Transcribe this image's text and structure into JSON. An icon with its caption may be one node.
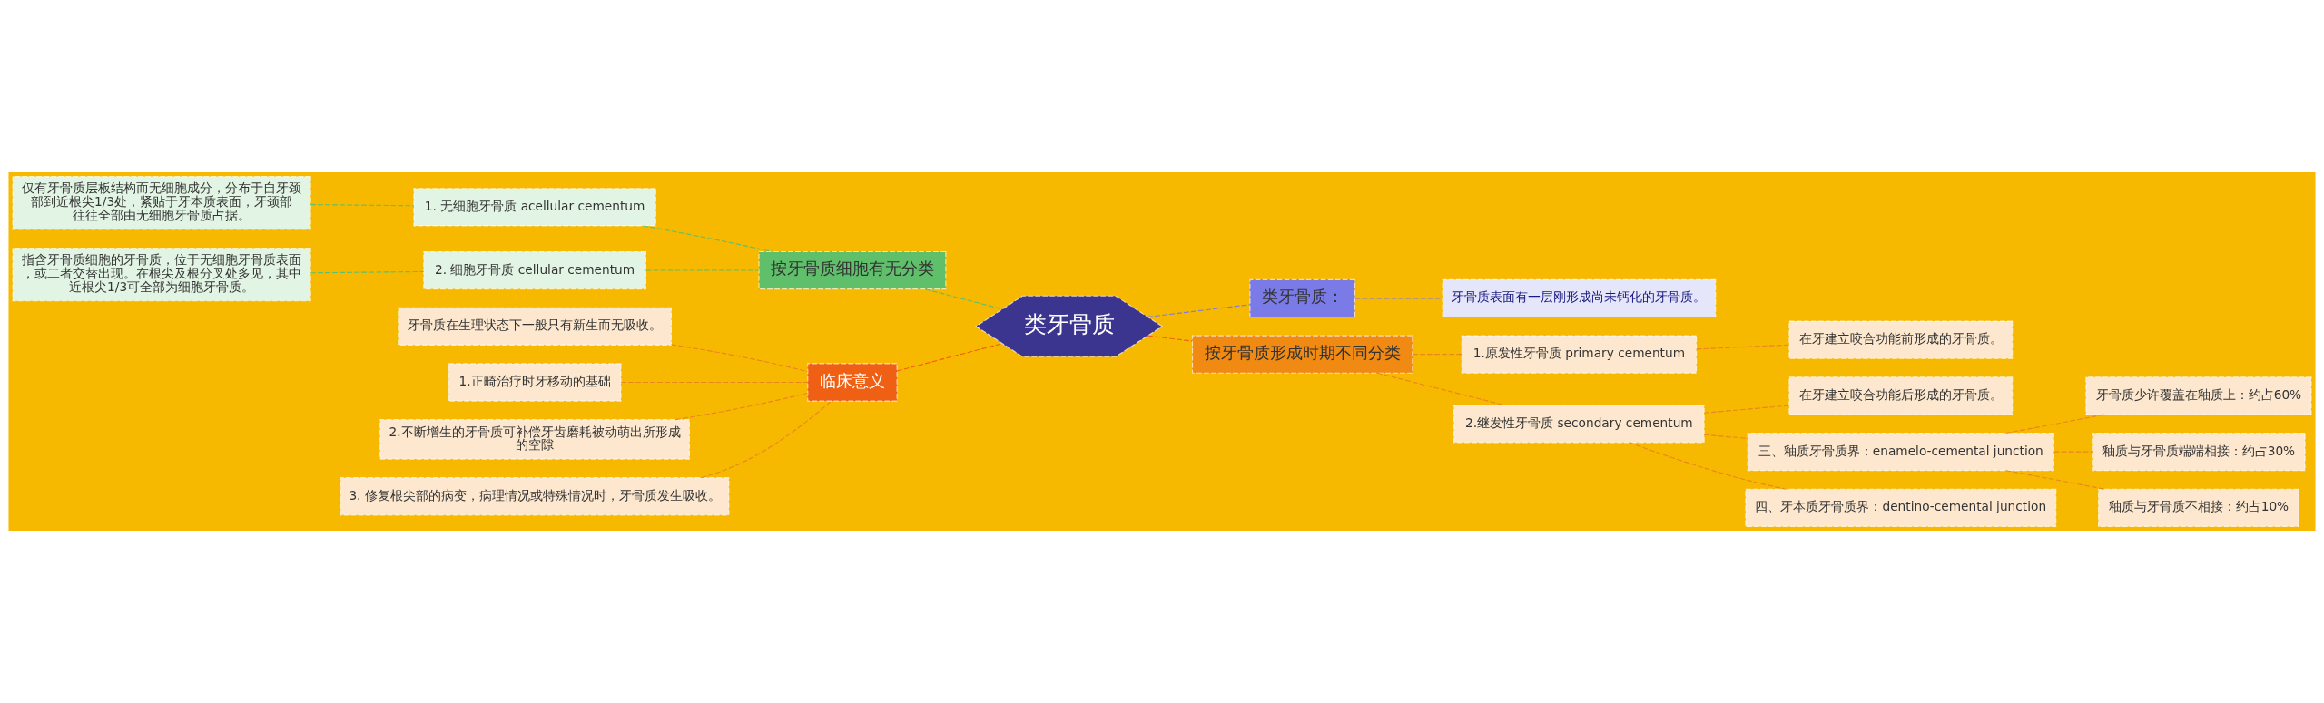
{
  "diagram": {
    "nodes": [
      {
        "text": [
          "类牙骨质"
        ]
      },
      {
        "text": [
          "按牙骨质细胞有无分类"
        ]
      },
      {
        "text": [
          "1. 无细胞牙骨质 acellular cementum"
        ]
      },
      {
        "text": [
          "仅有牙骨质层板结构而无细胞成分，分布于自牙颈部到近根尖1/3处，紧贴于牙本质表面，牙颈部往往全部由无细胞牙骨质占据。"
        ]
      },
      {
        "text": [
          "2. 细胞牙骨质 cellular cementum"
        ]
      },
      {
        "text": [
          "指含牙骨质细胞的牙骨质，位于无细胞牙骨质表面，或二者交替出现。在根尖及根分叉处多见，其中近根尖1/3可全部为细胞牙骨质。"
        ]
      },
      {
        "text": [
          "临床意义"
        ]
      },
      {
        "text": [
          "牙骨质在生理状态下一般只有新生而无吸收。"
        ]
      },
      {
        "text": [
          "1.正畸治疗时牙移动的基础"
        ]
      },
      {
        "text": [
          "2.不断增生的牙骨质可补偿牙齿磨耗被动萌出所形成的空隙"
        ]
      },
      {
        "text": [
          "3. 修复根尖部的病变，病理情况或特殊情况时，牙骨质发生吸收。"
        ]
      },
      {
        "text": [
          "类牙骨质："
        ]
      },
      {
        "text": [
          "牙骨质表面有一层刚形成尚未钙化的牙骨质。"
        ]
      },
      {
        "text": [
          "按牙骨质形成时期不同分类"
        ]
      },
      {
        "text": [
          "1.原发性牙骨质 primary cementum"
        ]
      },
      {
        "text": [
          "在牙建立咬合功能前形成的牙骨质。"
        ]
      },
      {
        "text": [
          "2.继发性牙骨质 secondary cementum"
        ]
      },
      {
        "text": [
          "在牙建立咬合功能后形成的牙骨质。"
        ]
      },
      {
        "text": [
          "三、釉质牙骨质界：enamelo-cemental junction"
        ]
      },
      {
        "text": [
          "牙骨质少许覆盖在釉质上：约占60%"
        ]
      },
      {
        "text": [
          "釉质与牙骨质端端相接：约占30%"
        ]
      },
      {
        "text": [
          "釉质与牙骨质不相接：约占10%"
        ]
      },
      {
        "text": [
          "四、牙本质牙骨质界：dentino-cemental junction"
        ]
      }
    ],
    "edges": [
      {
        "from": 0,
        "to": 1,
        "arrow": "none",
        "style": "dashed",
        "color": "#5fbf6a"
      },
      {
        "from": 1,
        "to": 2,
        "arrow": "none",
        "style": "dashed",
        "color": "#5fbf6a"
      },
      {
        "from": 2,
        "to": 3,
        "arrow": "none",
        "style": "dashed",
        "color": "#5fbf6a"
      },
      {
        "from": 1,
        "to": 4,
        "arrow": "none",
        "style": "dashed",
        "color": "#5fbf6a"
      },
      {
        "from": 4,
        "to": 5,
        "arrow": "none",
        "style": "dashed",
        "color": "#5fbf6a"
      },
      {
        "from": 0,
        "to": 6,
        "arrow": "none",
        "style": "dashed",
        "color": "#f06014"
      },
      {
        "from": 6,
        "to": 7,
        "arrow": "none",
        "style": "dashed"
      },
      {
        "from": 6,
        "to": 8,
        "arrow": "none",
        "style": "dashed"
      },
      {
        "from": 6,
        "to": 9,
        "arrow": "none",
        "style": "dashed"
      },
      {
        "from": 6,
        "to": 10,
        "arrow": "none",
        "style": "dashed"
      },
      {
        "from": 0,
        "to": 11,
        "arrow": "none",
        "style": "dashed",
        "color": "#7b7be8"
      },
      {
        "from": 11,
        "to": 12,
        "arrow": "none",
        "style": "dashed",
        "color": "#7b7be8"
      },
      {
        "from": 0,
        "to": 13,
        "arrow": "none",
        "style": "dashed",
        "color": "#f06014"
      },
      {
        "from": 13,
        "to": 14,
        "arrow": "none",
        "style": "dashed"
      },
      {
        "from": 14,
        "to": 15,
        "arrow": "none",
        "style": "dashed"
      },
      {
        "from": 13,
        "to": 16,
        "arrow": "none",
        "style": "dashed"
      },
      {
        "from": 16,
        "to": 17,
        "arrow": "none",
        "style": "dashed"
      },
      {
        "from": 16,
        "to": 18,
        "arrow": "none",
        "style": "dashed"
      },
      {
        "from": 18,
        "to": 19,
        "arrow": "none",
        "style": "dashed"
      },
      {
        "from": 18,
        "to": 20,
        "arrow": "none",
        "style": "dashed"
      },
      {
        "from": 18,
        "to": 21,
        "arrow": "none",
        "style": "dashed"
      },
      {
        "from": 16,
        "to": 22,
        "arrow": "none",
        "style": "dashed"
      }
    ]
  }
}
